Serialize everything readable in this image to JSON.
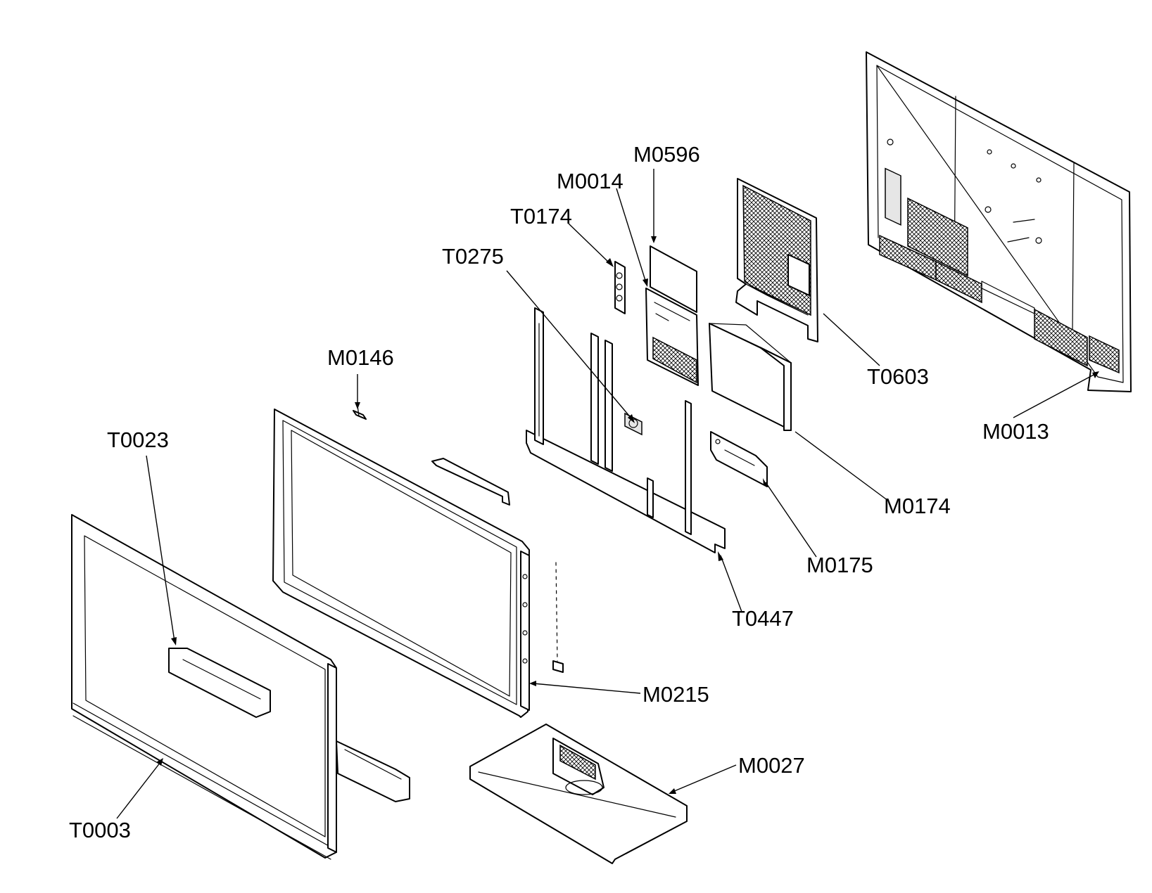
{
  "labels": {
    "M0596": "M0596",
    "M0014": "M0014",
    "T0174": "T0174",
    "T0275": "T0275",
    "M0146": "M0146",
    "T0023": "T0023",
    "T0603": "T0603",
    "M0013": "M0013",
    "M0174": "M0174",
    "M0175": "M0175",
    "T0447": "T0447",
    "M0215": "M0215",
    "M0027": "M0027",
    "T0003": "T0003"
  }
}
